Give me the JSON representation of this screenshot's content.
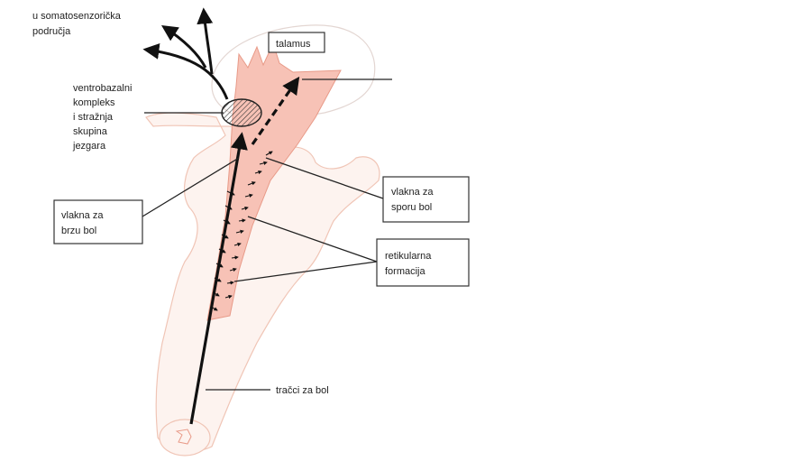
{
  "labels": {
    "somatosensory": [
      "u somatosenzorička",
      "područja"
    ],
    "talamus": "talamus",
    "ventrobasal": [
      "ventrobazalni",
      "kompleks",
      "i stražnja",
      "skupina",
      "jezgara"
    ],
    "fast_pain": [
      "vlakna za",
      "brzu bol"
    ],
    "slow_pain": [
      "vlakna za",
      "sporu bol"
    ],
    "reticular": [
      "retikularna",
      "formacija"
    ],
    "pain_tracts": "tračci za bol"
  },
  "colors": {
    "brain_fill": "#fdf3ef",
    "brain_stroke": "#f0c5b6",
    "tract_fill": "#f7c2b6",
    "tract_stroke": "#e89a88",
    "arrow": "#111111"
  }
}
